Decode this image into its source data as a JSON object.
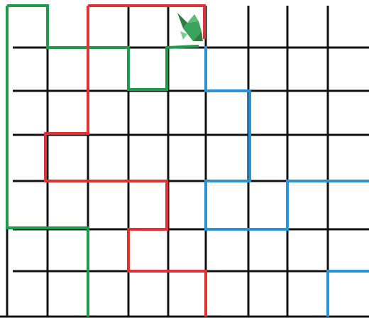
{
  "grid": {
    "columns": 9,
    "rows": 7,
    "line_color": "#111111"
  },
  "paths": [
    {
      "id": "green",
      "color": "#1f9a4a",
      "cells_outline": [
        [
          0,
          0
        ],
        [
          1,
          0
        ],
        [
          1,
          1
        ],
        [
          3,
          1
        ],
        [
          3,
          2
        ],
        [
          4,
          2
        ],
        [
          4,
          1
        ],
        [
          5,
          1
        ],
        [
          5,
          0
        ]
      ],
      "note_points": [
        [
          0,
          0
        ],
        [
          1,
          0
        ],
        [
          1,
          1
        ],
        [
          3,
          1
        ],
        [
          3,
          2
        ],
        [
          4,
          2
        ],
        [
          4,
          1
        ],
        [
          4.8,
          1
        ]
      ]
    },
    {
      "id": "green-left",
      "color": "#1f9a4a",
      "note_points": [
        [
          0,
          0
        ],
        [
          0,
          5.2
        ],
        [
          2,
          5.2
        ],
        [
          2,
          7
        ]
      ]
    },
    {
      "id": "red",
      "color": "#e03232",
      "note_points": [
        [
          2,
          0
        ],
        [
          5,
          0
        ],
        [
          5,
          0.8
        ]
      ]
    },
    {
      "id": "red-left",
      "color": "#e03232",
      "note_points": [
        [
          2,
          0
        ],
        [
          2,
          3
        ],
        [
          1,
          3
        ],
        [
          1,
          4
        ],
        [
          4,
          4
        ],
        [
          4,
          5
        ],
        [
          3,
          5
        ],
        [
          3,
          6
        ],
        [
          5,
          6
        ],
        [
          5,
          7
        ]
      ]
    },
    {
      "id": "blue",
      "color": "#2a94d8",
      "note_points": [
        [
          5,
          1
        ],
        [
          5,
          2
        ],
        [
          6,
          2
        ],
        [
          6,
          4
        ],
        [
          5,
          4
        ],
        [
          5,
          5
        ],
        [
          7,
          5
        ],
        [
          7,
          4
        ],
        [
          9,
          4
        ]
      ]
    },
    {
      "id": "blue-bottom",
      "color": "#2a94d8",
      "note_points": [
        [
          9,
          6
        ],
        [
          8,
          6
        ],
        [
          8,
          7
        ]
      ]
    }
  ],
  "marker": {
    "icon": "origami-frog-icon",
    "color": "#3aa35c",
    "cell": [
      4,
      0
    ]
  }
}
